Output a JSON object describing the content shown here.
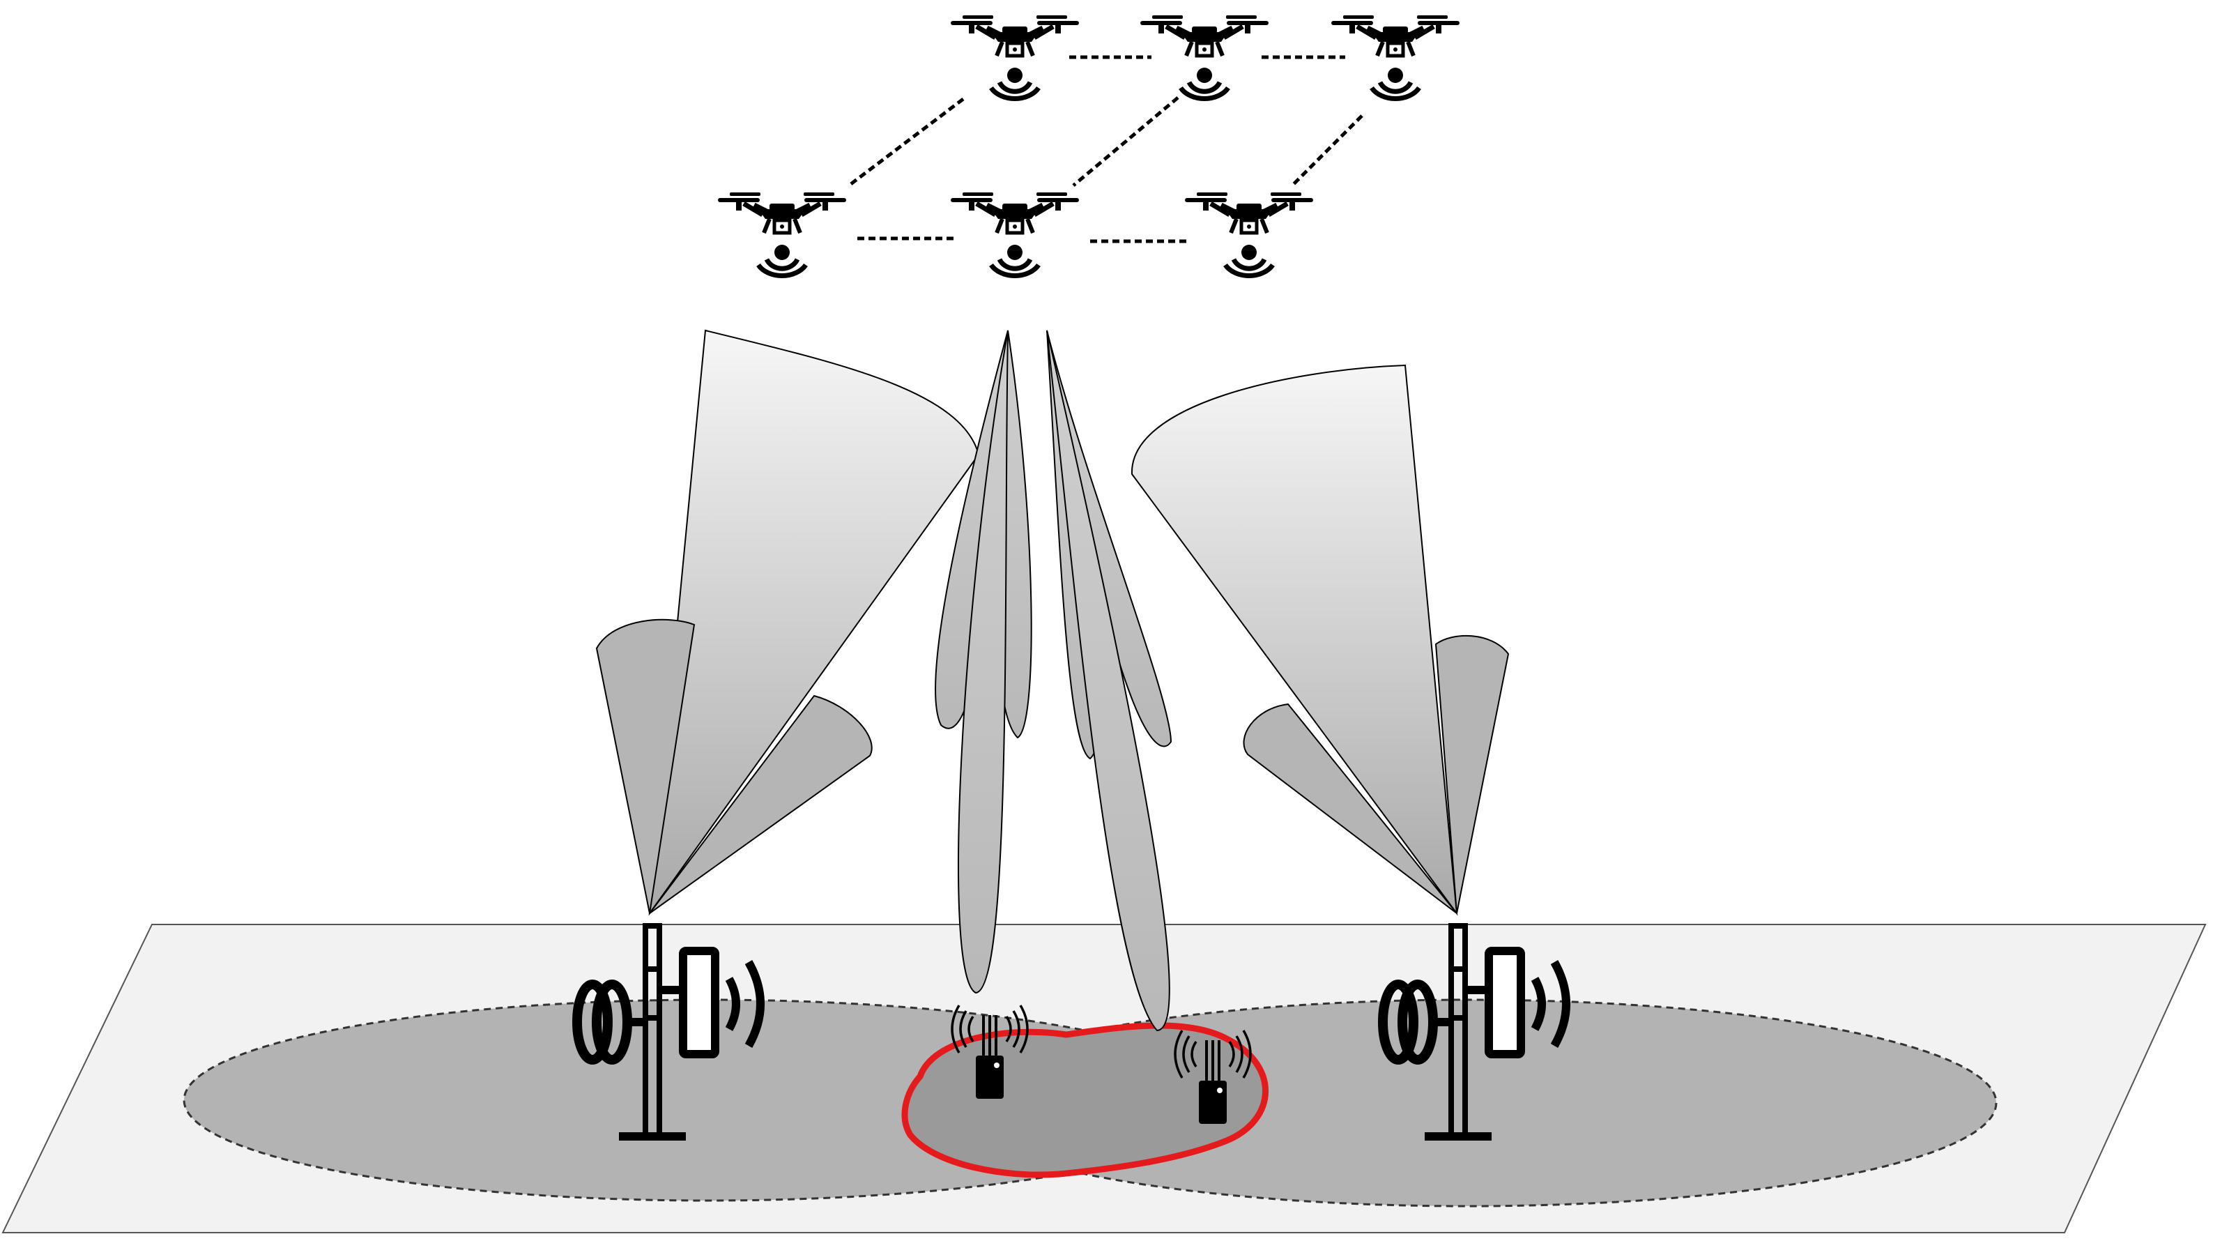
{
  "diagram": {
    "description_visible_text": "",
    "colors": {
      "background": "#ffffff",
      "ground_plane": "#f2f2f2",
      "coverage_area": "#b4b4b4",
      "overlap_area": "#9a9a9a",
      "highlight_outline": "#e41a1c",
      "beam_fill_light": "#f2f2f2",
      "beam_fill_dark": "#a8a8a8",
      "icon": "#000000"
    },
    "elements": {
      "drones": 6,
      "base_stations": 2,
      "ground_users": 2
    },
    "icons": [
      "drone-icon",
      "wifi-signal-icon",
      "cell-tower-icon",
      "radio-wave-icon",
      "user-device-icon",
      "antenna-signal-icon"
    ]
  }
}
